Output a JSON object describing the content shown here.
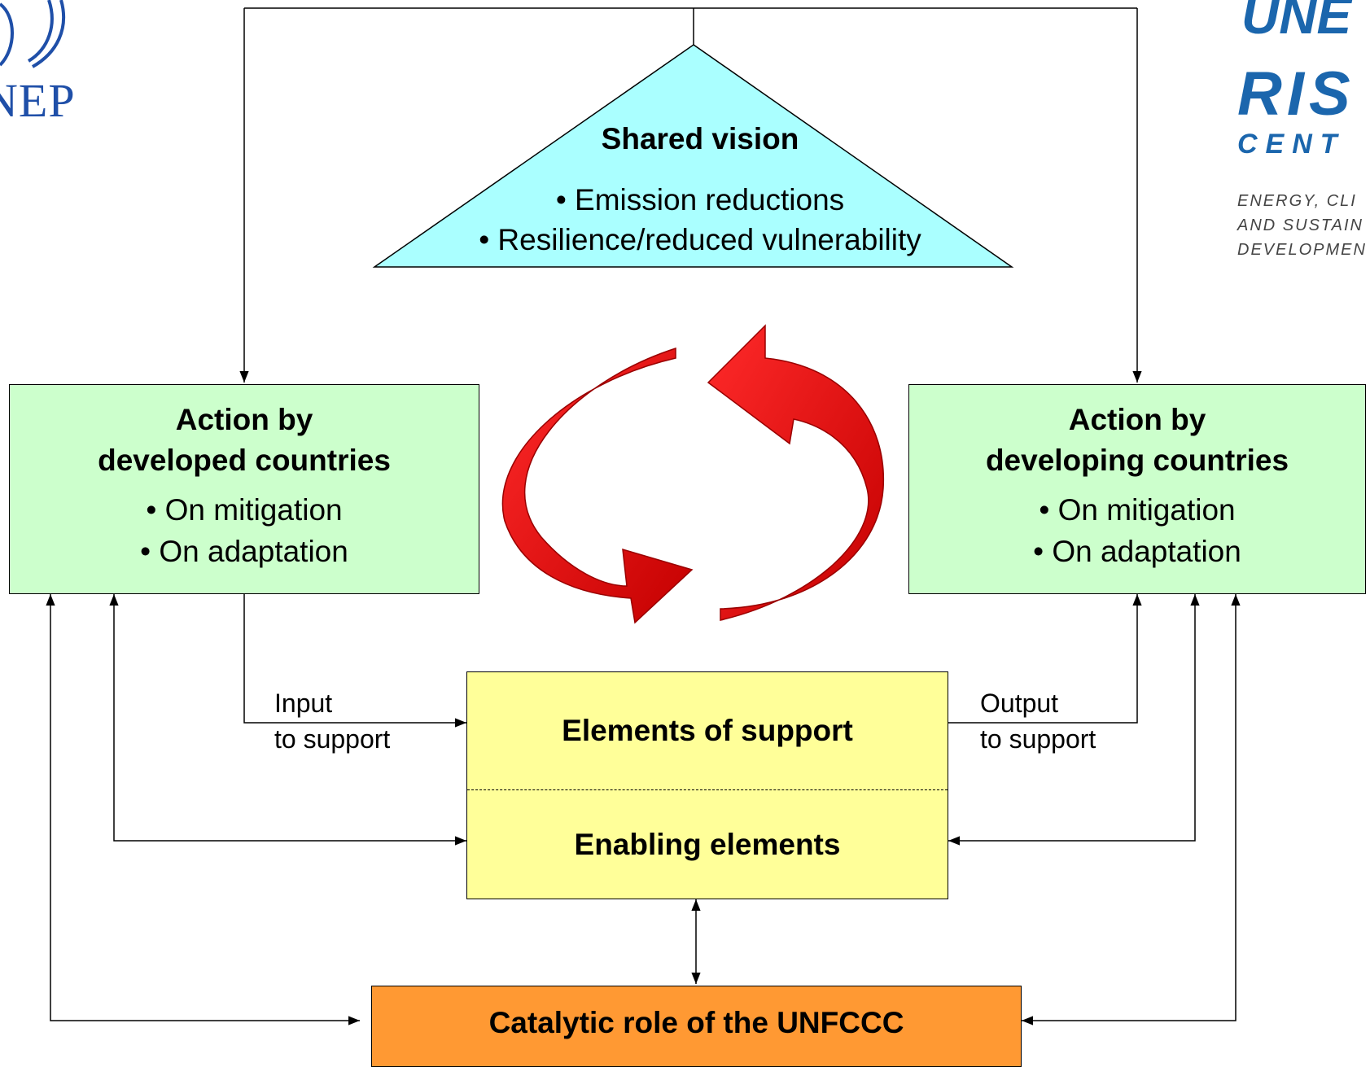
{
  "shared_vision": {
    "title": "Shared vision",
    "bullets": [
      "• Emission reductions",
      "• Resilience/reduced vulnerability"
    ]
  },
  "developed": {
    "title_line1": "Action by",
    "title_line2": "developed countries",
    "bullets": [
      "• On mitigation",
      "• On adaptation"
    ]
  },
  "developing": {
    "title_line1": "Action by",
    "title_line2": "developing countries",
    "bullets": [
      "• On mitigation",
      "• On adaptation"
    ]
  },
  "support": {
    "elements_of_support": "Elements of support",
    "enabling_elements": "Enabling elements"
  },
  "unfccc": {
    "label": "Catalytic role of the UNFCCC"
  },
  "labels": {
    "input_line1": "Input",
    "input_line2": "to support",
    "output_line1": "Output",
    "output_line2": "to support"
  },
  "logos": {
    "unep_text": "NEP",
    "risoe_line1": "UNE",
    "risoe_line2": "RIS",
    "risoe_line3": "CENT",
    "risoe_tag1": "ENERGY, CLI",
    "risoe_tag2": "AND SUSTAIN",
    "risoe_tag3": "DEVELOPMEN"
  },
  "colors": {
    "triangle_fill": "#aaffff",
    "action_fill": "#ccffcc",
    "support_fill": "#ffff99",
    "unfccc_fill": "#ff9933",
    "cycle_arrow": "#ee1111"
  }
}
